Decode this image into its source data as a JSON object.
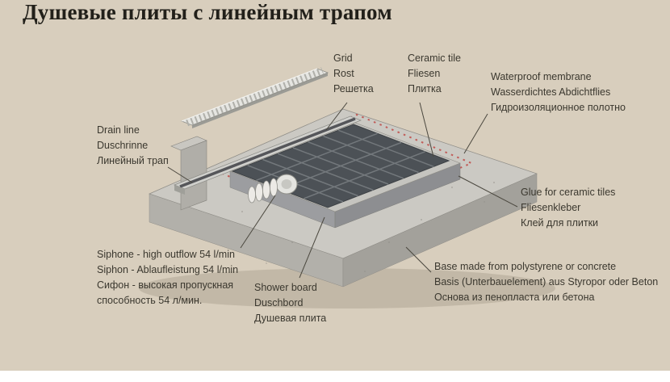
{
  "title": "Душевые плиты с линейным трапом",
  "labels": {
    "grid": {
      "lines": [
        "Grid",
        "Rost",
        "Решетка"
      ]
    },
    "ceramic_tile": {
      "lines": [
        "Ceramic tile",
        "Fliesen",
        "Плитка"
      ]
    },
    "waterproof_membrane": {
      "lines": [
        "Waterproof membrane",
        "Wasserdichtes Abdichtflies",
        "Гидроизоляционное полотно"
      ]
    },
    "drain_line": {
      "lines": [
        "Drain line",
        "Duschrinne",
        "Линейный трап"
      ]
    },
    "glue": {
      "lines": [
        "Glue for ceramic tiles",
        "Fliesenkleber",
        "Клей для плитки"
      ]
    },
    "siphon": {
      "lines": [
        "Siphone - high outflow 54 l/min",
        "Siphon - Ablaufleistung 54 l/min",
        "Сифон - высокая пропускная",
        "способность 54 л/мин."
      ]
    },
    "shower_board": {
      "lines": [
        "Shower board",
        "Duschbord",
        "Душевая плита"
      ]
    },
    "base": {
      "lines": [
        "Base made from polystyrene or concrete",
        "Basis (Unterbauelement) aus Styropor oder Beton",
        "Основа из пенопласта или бетона"
      ]
    }
  },
  "colors": {
    "background": "#d8cebd",
    "text": "#3b382f",
    "title": "#22201a",
    "tile": "#4c5156",
    "membrane_dots": "#c0504c",
    "concrete": "#cbc9c3",
    "metal_grate": "#e5e5e1"
  }
}
